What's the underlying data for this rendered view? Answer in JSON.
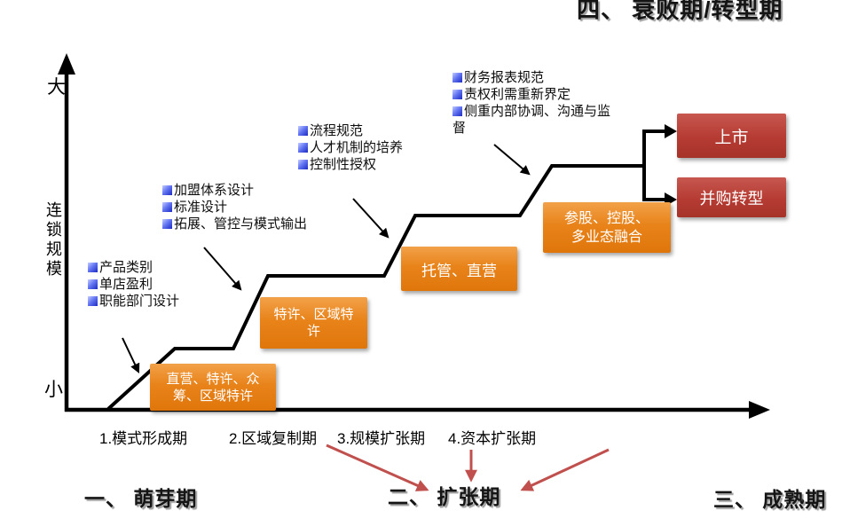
{
  "title": "四、 衰败期/转型期",
  "y_axis": {
    "top_label": "大",
    "mid_label": "连锁规模",
    "bottom_label": "小"
  },
  "x_stage_labels": [
    "1.模式形成期",
    "2.区域复制期",
    "3.规模扩张期",
    "4.资本扩张期"
  ],
  "phases": [
    "一、 萌芽期",
    "二、 扩张期",
    "三、 成熟期"
  ],
  "bullet_lists": {
    "formation": {
      "items": [
        "产品类别",
        "单店盈利",
        "职能部门设计"
      ]
    },
    "replication": {
      "items": [
        "加盟体系设计",
        "标准设计",
        "拓展、管控与模式输出"
      ]
    },
    "expansion": {
      "items": [
        "流程规范",
        "人才机制的培养",
        "控制性授权"
      ]
    },
    "capital": {
      "items": [
        "财务报表规范",
        "责权利需重新界定",
        "侧重内部协调、沟通与监\n督"
      ]
    }
  },
  "model_boxes": {
    "formation": "直营、特许、众\n筹、区域特许",
    "replication": "特许、区域特\n许",
    "expansion": "托管、直营",
    "capital": "参股、控股、\n多业态融合",
    "listing": "上市",
    "merger": "并购转型"
  },
  "colors": {
    "orange_box": "#E8831A",
    "red_box": "#B53B33",
    "red_arrow": "#C0504D",
    "bullet_blue": "#1C2BC4",
    "line_black": "#000000"
  }
}
